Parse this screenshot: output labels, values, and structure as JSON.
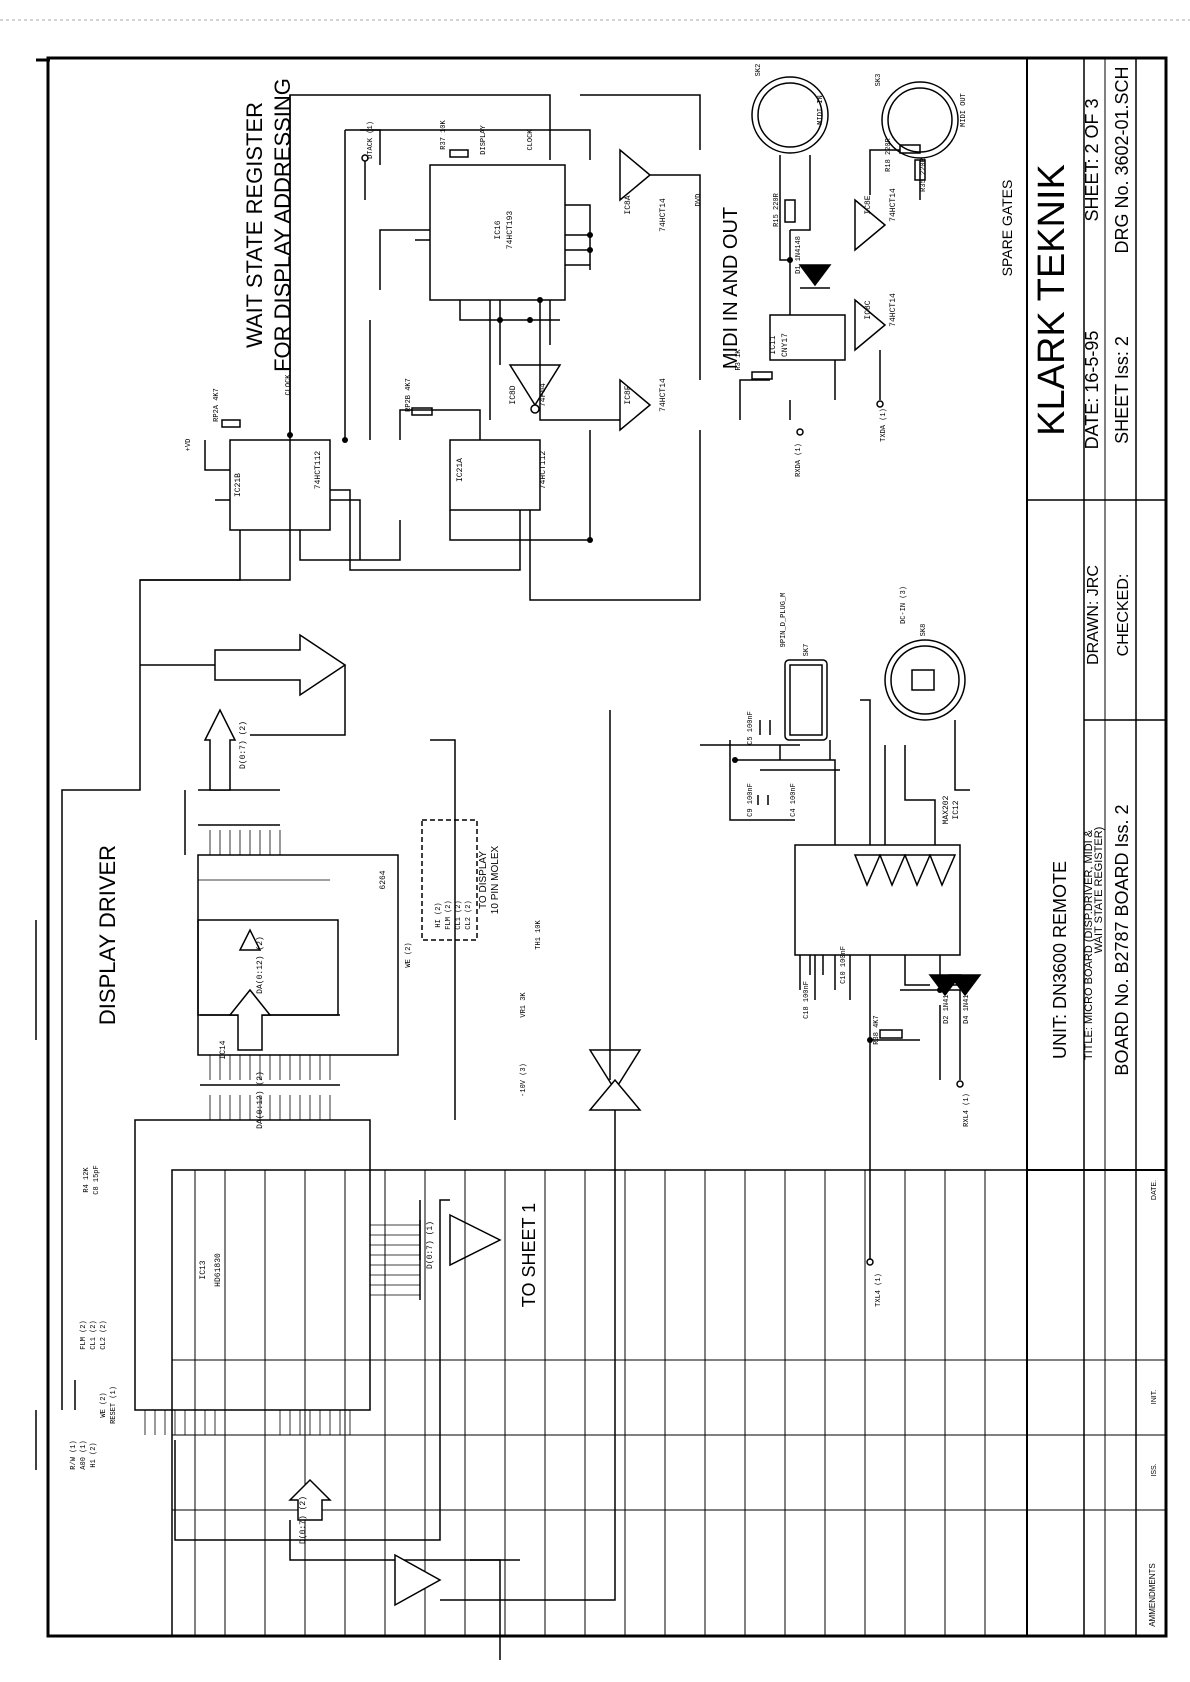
{
  "headings": {
    "display_driver": "DISPLAY DRIVER",
    "wait_state_1": "WAIT STATE REGISTER",
    "wait_state_2": "FOR DISPLAY ADDRESSING",
    "midi": "MIDI IN AND OUT",
    "spare_gates": "SPARE GATES",
    "to_sheet": "TO SHEET 1",
    "to_display_1": "TO DISPLAY",
    "to_display_2": "10 PIN MOLEX"
  },
  "title_block": {
    "brand": "KLARK TEKNIK",
    "unit": "UNIT:   DN3600 REMOTE",
    "title_1": "TITLE:   MICRO BOARD (DISP.DRIVER, MIDI &",
    "title_2": "WAIT STATE REGISTER)",
    "board": "BOARD No.  B2787  BOARD  Iss.  2",
    "drawn": "DRAWN:  JRC",
    "checked": "CHECKED:",
    "date": "DATE:  16-5-95",
    "sheet_iss": "SHEET  Iss:   2",
    "sheet": "SHEET:   2  OF  3",
    "drg": "DRG No.  3602-01.SCH"
  },
  "amendments": {
    "heading": "AMMENDMENTS",
    "col_iss": "ISS.",
    "col_init": "INIT.",
    "col_date": "DATE."
  },
  "chips": {
    "ic13_name": "IC13",
    "ic13_part": "HD61830",
    "ic14_name": "IC14",
    "ic14_part": "6264",
    "ic16_name": "IC16",
    "ic16_part": "74HCT193",
    "ic21b_name": "IC21B",
    "ic21b_part": "74HCT112",
    "ic21a_name": "IC21A",
    "ic21a_part": "74HCT112",
    "ic8d_name": "IC8D",
    "ic8d_part": "74F04",
    "ic8a_name": "IC8A",
    "ic8a_part": "74HCT14",
    "ic8f_name": "IC8F",
    "ic8f_part": "74HCT14",
    "ic11_name": "IC11",
    "ic11_part": "CNY17",
    "ic8e_name": "IC8E",
    "ic8e_part": "74HCT14",
    "ic8c_name": "IC8C",
    "ic8c_part": "74HCT14",
    "ic12_name": "IC12",
    "ic12_part": "MAX202"
  },
  "buses": {
    "d_top": "D(0:7) (2)",
    "da_bus": "DA(0:12) (2)",
    "da_bus_2": "DA(0:12) (2)",
    "d_sheet": "D(0:7) (1)",
    "d_bottom": "D(0:7) (2)"
  },
  "components": {
    "r37": "R37 10K",
    "rp2a": "RP2A 4K7",
    "rp2b": "RP2B 4K7",
    "r4": "R4 12K",
    "c8": "C8 15pF",
    "r3": "R3 1K",
    "r15": "R15 220R",
    "d1": "D1 1N4148",
    "r18": "R18 220R",
    "r35": "R35 220R",
    "c5": "C5 100nF",
    "c4": "C4 100nF",
    "c9": "C9 100nF",
    "c18": "C18 100nF",
    "c10": "C10 100nF",
    "r38": "R38 4K7",
    "d2": "D2 1N4148",
    "d4": "D4 1N4148",
    "vr1": "VR1 3K",
    "th": "TH1 10K",
    "sk2": "SK2",
    "sk3": "SK3",
    "sk7": "SK7",
    "sk8": "SK8",
    "sk7_type": "9PIN_D_PLUG_M",
    "midi_in": "MIDI IN",
    "midi_out": "MIDI OUT",
    "dc_in": "DC-IN (3)"
  },
  "signals": {
    "dtack": "DTACK (1)",
    "display": "DISPLAY",
    "clock": "CLOCK",
    "clock2": "CLOCK",
    "rxda": "RXDA (1)",
    "txda": "TXDA (1)",
    "txl4": "TXL4 (1)",
    "rxl4": "RXL4 (1)",
    "neg10v": "-10V (3)",
    "we": "WE (2)",
    "hi": "HI (2)",
    "flm": "FLM (2)",
    "cl1": "CL1 (2)",
    "cl2": "CL2 (2)",
    "rw": "R/W (1)",
    "a00": "A00 (1)",
    "h1": "H1 (2)",
    "we2": "WE (2)",
    "reset": "RESET (1)",
    "fl_m": "FLM (2)",
    "cl_1": "CL1 (2)",
    "cl_2": "CL2 (2)",
    "vd": "+VD",
    "dvd": "DVD"
  }
}
